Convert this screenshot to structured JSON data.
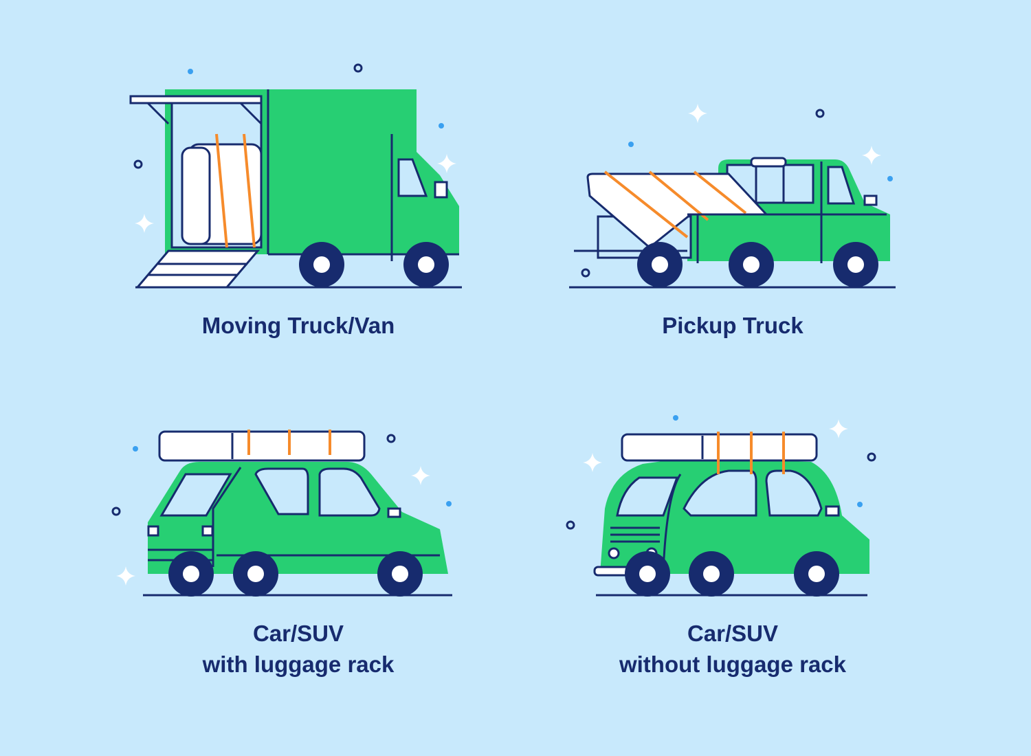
{
  "options": [
    {
      "label": "Moving Truck/Van"
    },
    {
      "label": "Pickup Truck"
    },
    {
      "label_line1": "Car/SUV",
      "label_line2": "with luggage rack"
    },
    {
      "label_line1": "Car/SUV",
      "label_line2": "without luggage rack"
    }
  ],
  "colors": {
    "background": "#c8e9fc",
    "vehicle": "#27cf73",
    "outline": "#172b6e",
    "strap": "#f68b2b",
    "mattress": "#ffffff"
  }
}
